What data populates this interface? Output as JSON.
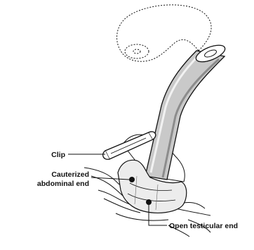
{
  "labels": {
    "clip": "Clip",
    "cauterized_line1": "Cauterized",
    "cauterized_line2": "abdominal end",
    "open_end": "Open testicular end"
  },
  "colors": {
    "ink": "#111111",
    "tube_fill": "#c9c9c9",
    "tube_dark": "#8c8c8c",
    "tissue_fill": "#ffffff"
  }
}
